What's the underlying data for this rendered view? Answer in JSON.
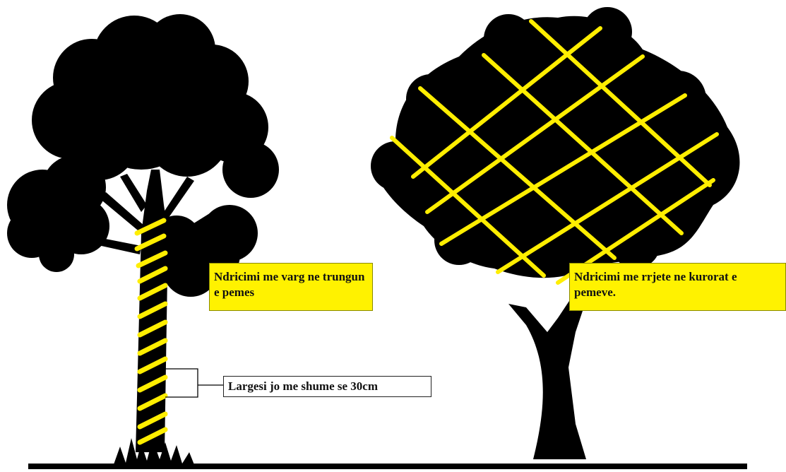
{
  "colors": {
    "silhouette": "#000000",
    "light_string": "#ffee00",
    "label_background": "#fff200",
    "background": "#ffffff"
  },
  "labels": {
    "trunk_lighting": "Ndricimi me varg ne trungun e pemes",
    "canopy_lighting": "Ndricimi me rrjete ne kurorat e pemeve.",
    "spacing_note": "Largesi jo me shume se 30cm"
  }
}
